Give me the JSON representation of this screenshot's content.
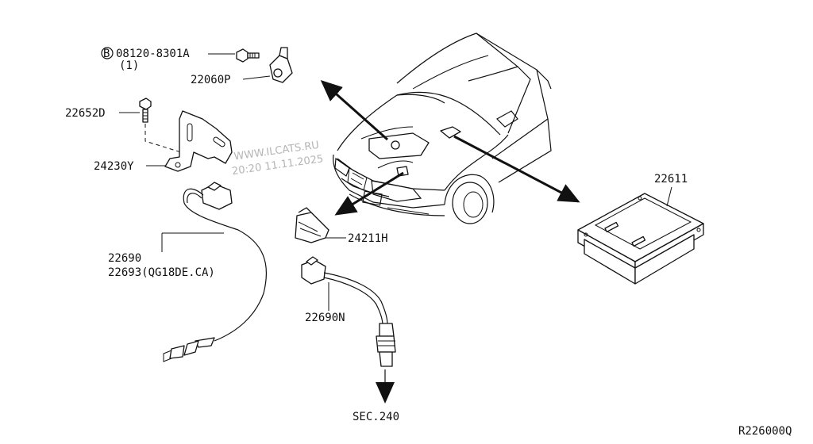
{
  "watermark": {
    "line1": "WWW.ILCATS.RU",
    "line2": "20:20 11.11.2025"
  },
  "labels": {
    "bolt_code": "08120-8301A",
    "bolt_prefix": "B",
    "bolt_qty": "(1)",
    "knock_sensor": "22060P",
    "bolt_22652d": "22652D",
    "bracket": "24230Y",
    "sensor_main": "22690",
    "sensor_alt": "22693(QG18DE.CA)",
    "connector_bracket": "24211H",
    "sensor_n": "22690N",
    "section_ref": "SEC.240",
    "ecm": "22611",
    "diagram_code": "R226000Q"
  }
}
